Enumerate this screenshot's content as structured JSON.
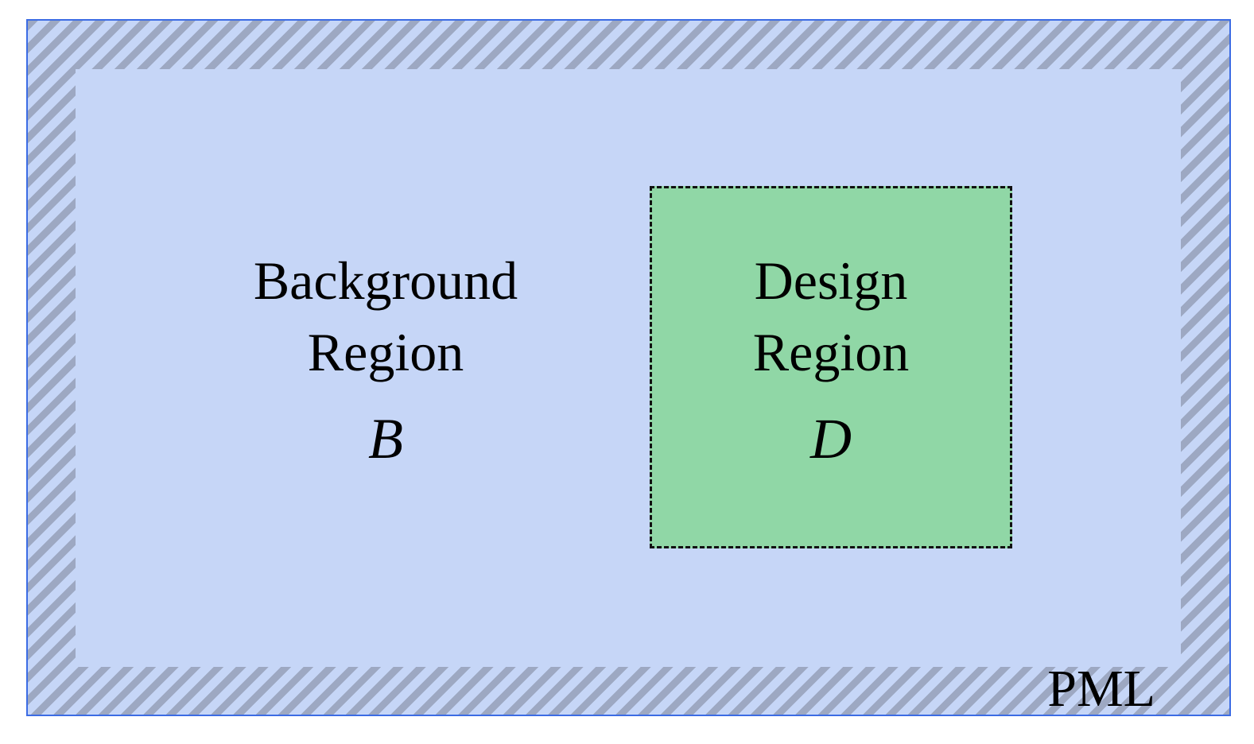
{
  "diagram": {
    "background_region": {
      "line1": "Background",
      "line2": "Region",
      "symbol": "B"
    },
    "design_region": {
      "line1": "Design",
      "line2": "Region",
      "symbol": "D"
    },
    "pml_label": "PML",
    "colors": {
      "domain_fill": "#c6d6f7",
      "hatch_stripe": "#9da8c2",
      "domain_border": "#3c6ce4",
      "design_fill": "#90d7a6",
      "design_border": "#111111",
      "text": "#000000"
    }
  }
}
